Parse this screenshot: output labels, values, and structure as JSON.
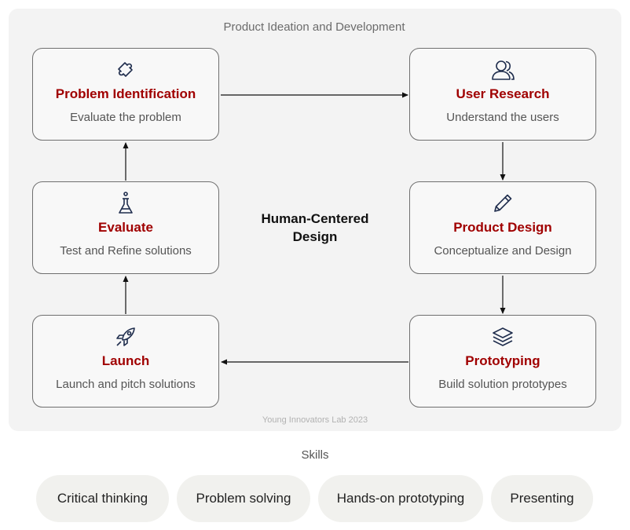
{
  "panel": {
    "title": "Product Ideation and Development"
  },
  "center": {
    "line1": "Human-Centered",
    "line2": "Design"
  },
  "steps": [
    {
      "icon": "puzzle-icon",
      "title": "Problem Identification",
      "desc": "Evaluate the problem"
    },
    {
      "icon": "user-icon",
      "title": "User Research",
      "desc": "Understand the users"
    },
    {
      "icon": "pencil-icon",
      "title": "Product Design",
      "desc": "Conceptualize and Design"
    },
    {
      "icon": "layers-icon",
      "title": "Prototyping",
      "desc": "Build solution prototypes"
    },
    {
      "icon": "rocket-icon",
      "title": "Launch",
      "desc": "Launch and pitch solutions"
    },
    {
      "icon": "flask-icon",
      "title": "Evaluate",
      "desc": "Test and Refine solutions"
    }
  ],
  "footer": "Young Innovators Lab 2023",
  "skills": {
    "heading": "Skills",
    "items": [
      "Critical thinking",
      "Problem solving",
      "Hands-on prototyping",
      "Presenting"
    ]
  },
  "colors": {
    "accent": "#a00000",
    "icon": "#1f2d4d",
    "panel": "#f3f3f3",
    "pill": "#f1f1ee"
  }
}
